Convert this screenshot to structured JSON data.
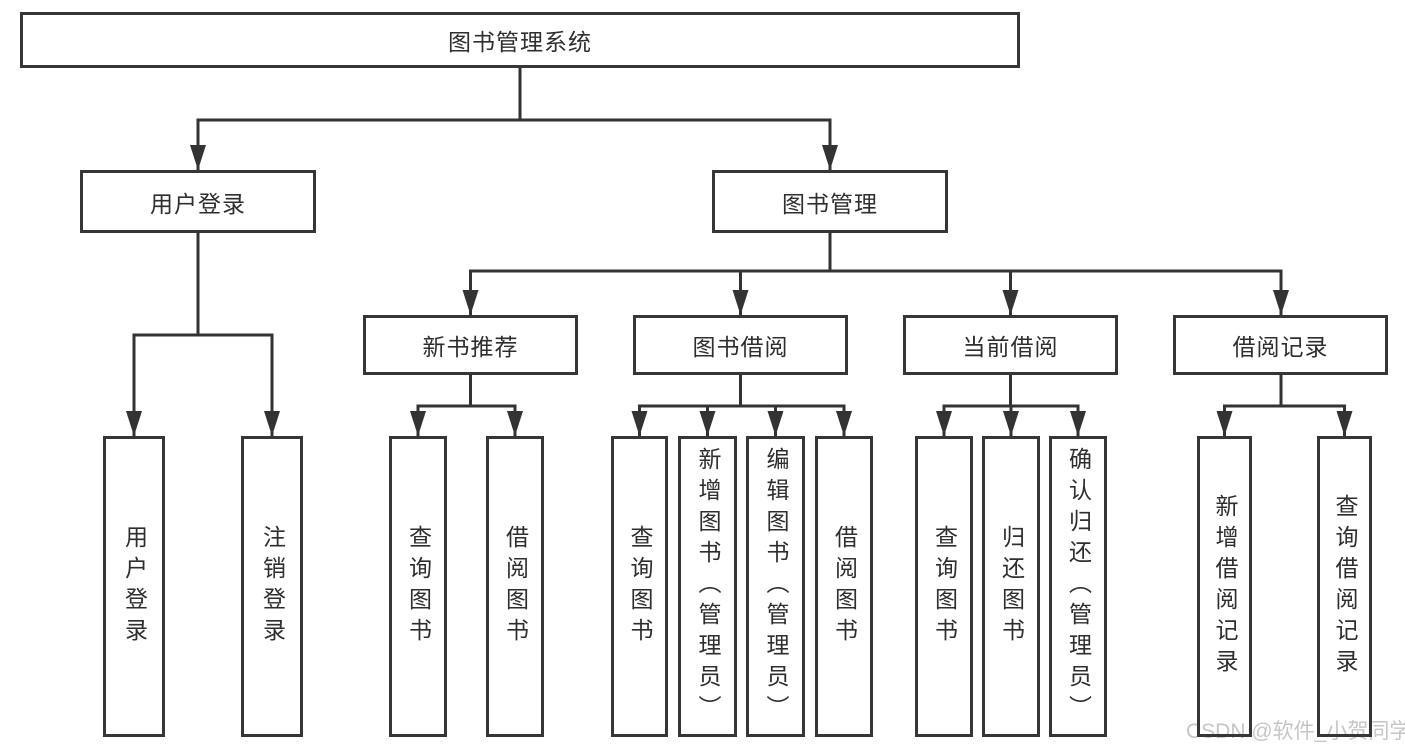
{
  "diagram": {
    "title": "图书管理系统",
    "type": "hierarchy",
    "nodes": {
      "root": {
        "label": "图书管理系统"
      },
      "user_login": {
        "label": "用户登录"
      },
      "book_mgmt": {
        "label": "图书管理"
      },
      "new_book_rec": {
        "label": "新书推荐"
      },
      "book_borrow": {
        "label": "图书借阅"
      },
      "current_borrow": {
        "label": "当前借阅"
      },
      "borrow_records": {
        "label": "借阅记录"
      },
      "ul_login": {
        "label": "用户登录"
      },
      "ul_logout": {
        "label": "注销登录"
      },
      "nbr_query": {
        "label": "查询图书"
      },
      "nbr_borrow": {
        "label": "借阅图书"
      },
      "bb_query": {
        "label": "查询图书"
      },
      "bb_add": {
        "label": "新增图书（管理员）"
      },
      "bb_edit": {
        "label": "编辑图书（管理员）"
      },
      "bb_borrow": {
        "label": "借阅图书"
      },
      "cb_query": {
        "label": "查询图书"
      },
      "cb_return": {
        "label": "归还图书"
      },
      "cb_confirm": {
        "label": "确认归还（管理员）"
      },
      "br_add": {
        "label": "新增借阅记录"
      },
      "br_query": {
        "label": "查询借阅记录"
      }
    },
    "edges": [
      {
        "from": "root",
        "to": [
          "user_login",
          "book_mgmt"
        ]
      },
      {
        "from": "user_login",
        "to": [
          "ul_login",
          "ul_logout"
        ]
      },
      {
        "from": "book_mgmt",
        "to": [
          "new_book_rec",
          "book_borrow",
          "current_borrow",
          "borrow_records"
        ]
      },
      {
        "from": "new_book_rec",
        "to": [
          "nbr_query",
          "nbr_borrow"
        ]
      },
      {
        "from": "book_borrow",
        "to": [
          "bb_query",
          "bb_add",
          "bb_edit",
          "bb_borrow"
        ]
      },
      {
        "from": "current_borrow",
        "to": [
          "cb_query",
          "cb_return",
          "cb_confirm"
        ]
      },
      {
        "from": "borrow_records",
        "to": [
          "br_add",
          "br_query"
        ]
      }
    ]
  },
  "watermark": {
    "text": "CSDN @软件_小贺同学",
    "color": "#c6c6c6"
  },
  "colors": {
    "line": "#333333",
    "border": "#363636",
    "text": "#2e2e2e",
    "background": "#ffffff"
  }
}
